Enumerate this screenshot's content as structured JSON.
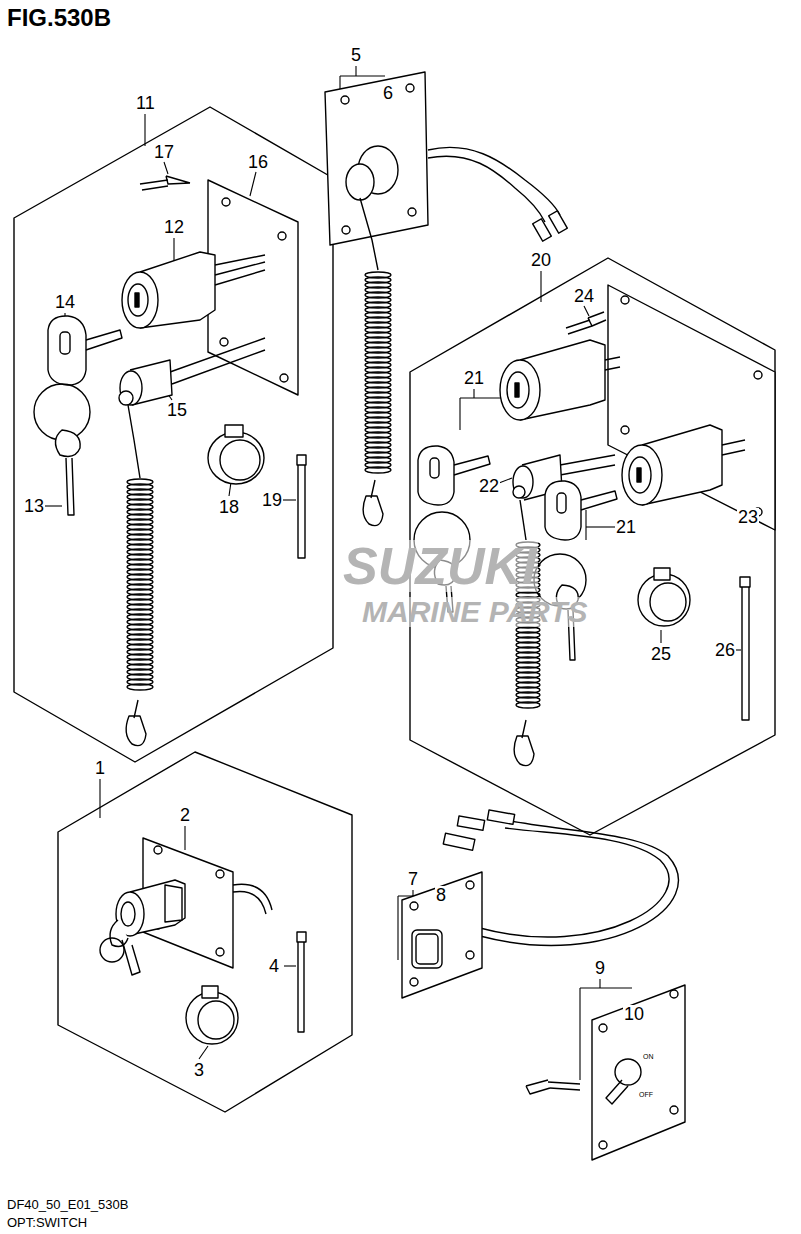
{
  "diagram": {
    "title": "FIG.530B",
    "labels": [
      "5",
      "6",
      "11",
      "17",
      "16",
      "12",
      "20",
      "24",
      "14",
      "21",
      "15",
      "22",
      "18",
      "19",
      "13",
      "23",
      "21",
      "25",
      "26",
      "1",
      "2",
      "4",
      "3",
      "7",
      "8",
      "9",
      "10",
      "ON",
      "OFF",
      "SUZUKI",
      "MARINE PARTS",
      "DF40_50_E01_530B",
      "OPT:SWITCH"
    ]
  }
}
